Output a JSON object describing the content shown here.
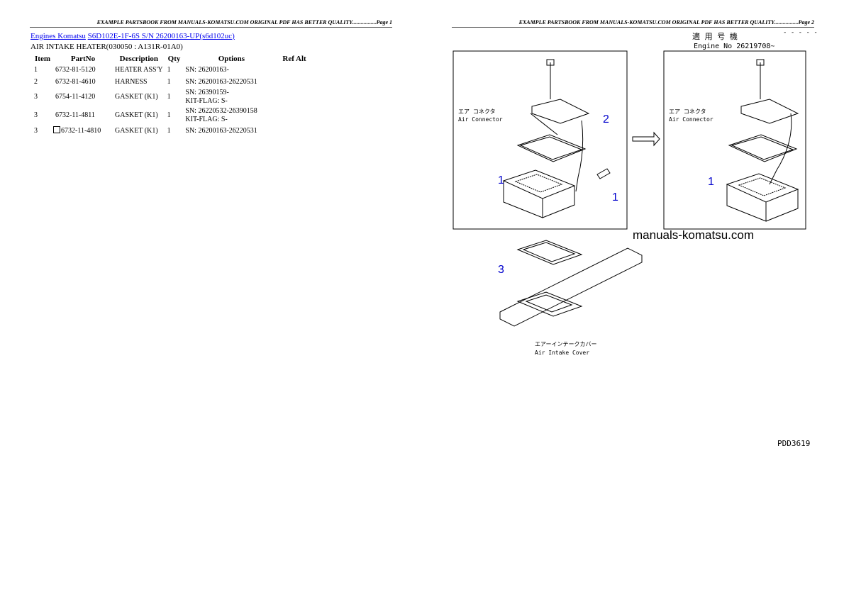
{
  "header": {
    "page1": "EXAMPLE PARTSBOOK FROM MANUALS-KOMATSU.COM ORIGINAL PDF HAS BETTER QUALITY.................Page 1",
    "page2": "EXAMPLE PARTSBOOK FROM MANUALS-KOMATSU.COM ORIGINAL PDF HAS BETTER QUALITY.................Page 2"
  },
  "breadcrumb": {
    "link1": "Engines Komatsu",
    "link2": "S6D102E-1F-6S S/N 26200163-UP(s6d102uc)"
  },
  "section_title": "AIR INTAKE HEATER(030050 : A131R-01A0)",
  "table": {
    "headers": [
      "Item",
      "PartNo",
      "Description",
      "Qty",
      "Options",
      "Ref Alt"
    ],
    "rows": [
      {
        "item": "1",
        "partno": "6732-81-5120",
        "desc": "HEATER ASS'Y",
        "qty": "1",
        "opt1": "SN: 26200163-",
        "opt2": ""
      },
      {
        "item": "2",
        "partno": "6732-81-4610",
        "desc": "HARNESS",
        "qty": "1",
        "opt1": "SN: 26200163-26220531",
        "opt2": ""
      },
      {
        "item": "3",
        "partno": "6754-11-4120",
        "desc": "GASKET (K1)",
        "qty": "1",
        "opt1": "SN: 26390159-",
        "opt2": "KIT-FLAG: S-"
      },
      {
        "item": "3",
        "partno": "6732-11-4811",
        "desc": "GASKET (K1)",
        "qty": "1",
        "opt1": "SN: 26220532-26390158",
        "opt2": "KIT-FLAG: S-"
      },
      {
        "item": "3",
        "partno": "6732-11-4810",
        "desc": "GASKET (K1)",
        "qty": "1",
        "opt1": "SN: 26200163-26220531",
        "opt2": ""
      }
    ]
  },
  "diagram": {
    "applicable_jp": "適 用 号 機",
    "engine_no": "Engine No 26219708~",
    "dashes": "- - - -   -",
    "air_connector_jp": "エア コネクタ",
    "air_connector": "Air Connector",
    "air_intake_cover_jp": "エアーインテークカバー",
    "air_intake_cover": "Air Intake Cover",
    "watermark": "manuals-komatsu.com",
    "callouts": [
      "1",
      "2",
      "1",
      "3",
      "1"
    ],
    "figure_code": "PDD3619",
    "callout_color": "#0000cc"
  }
}
